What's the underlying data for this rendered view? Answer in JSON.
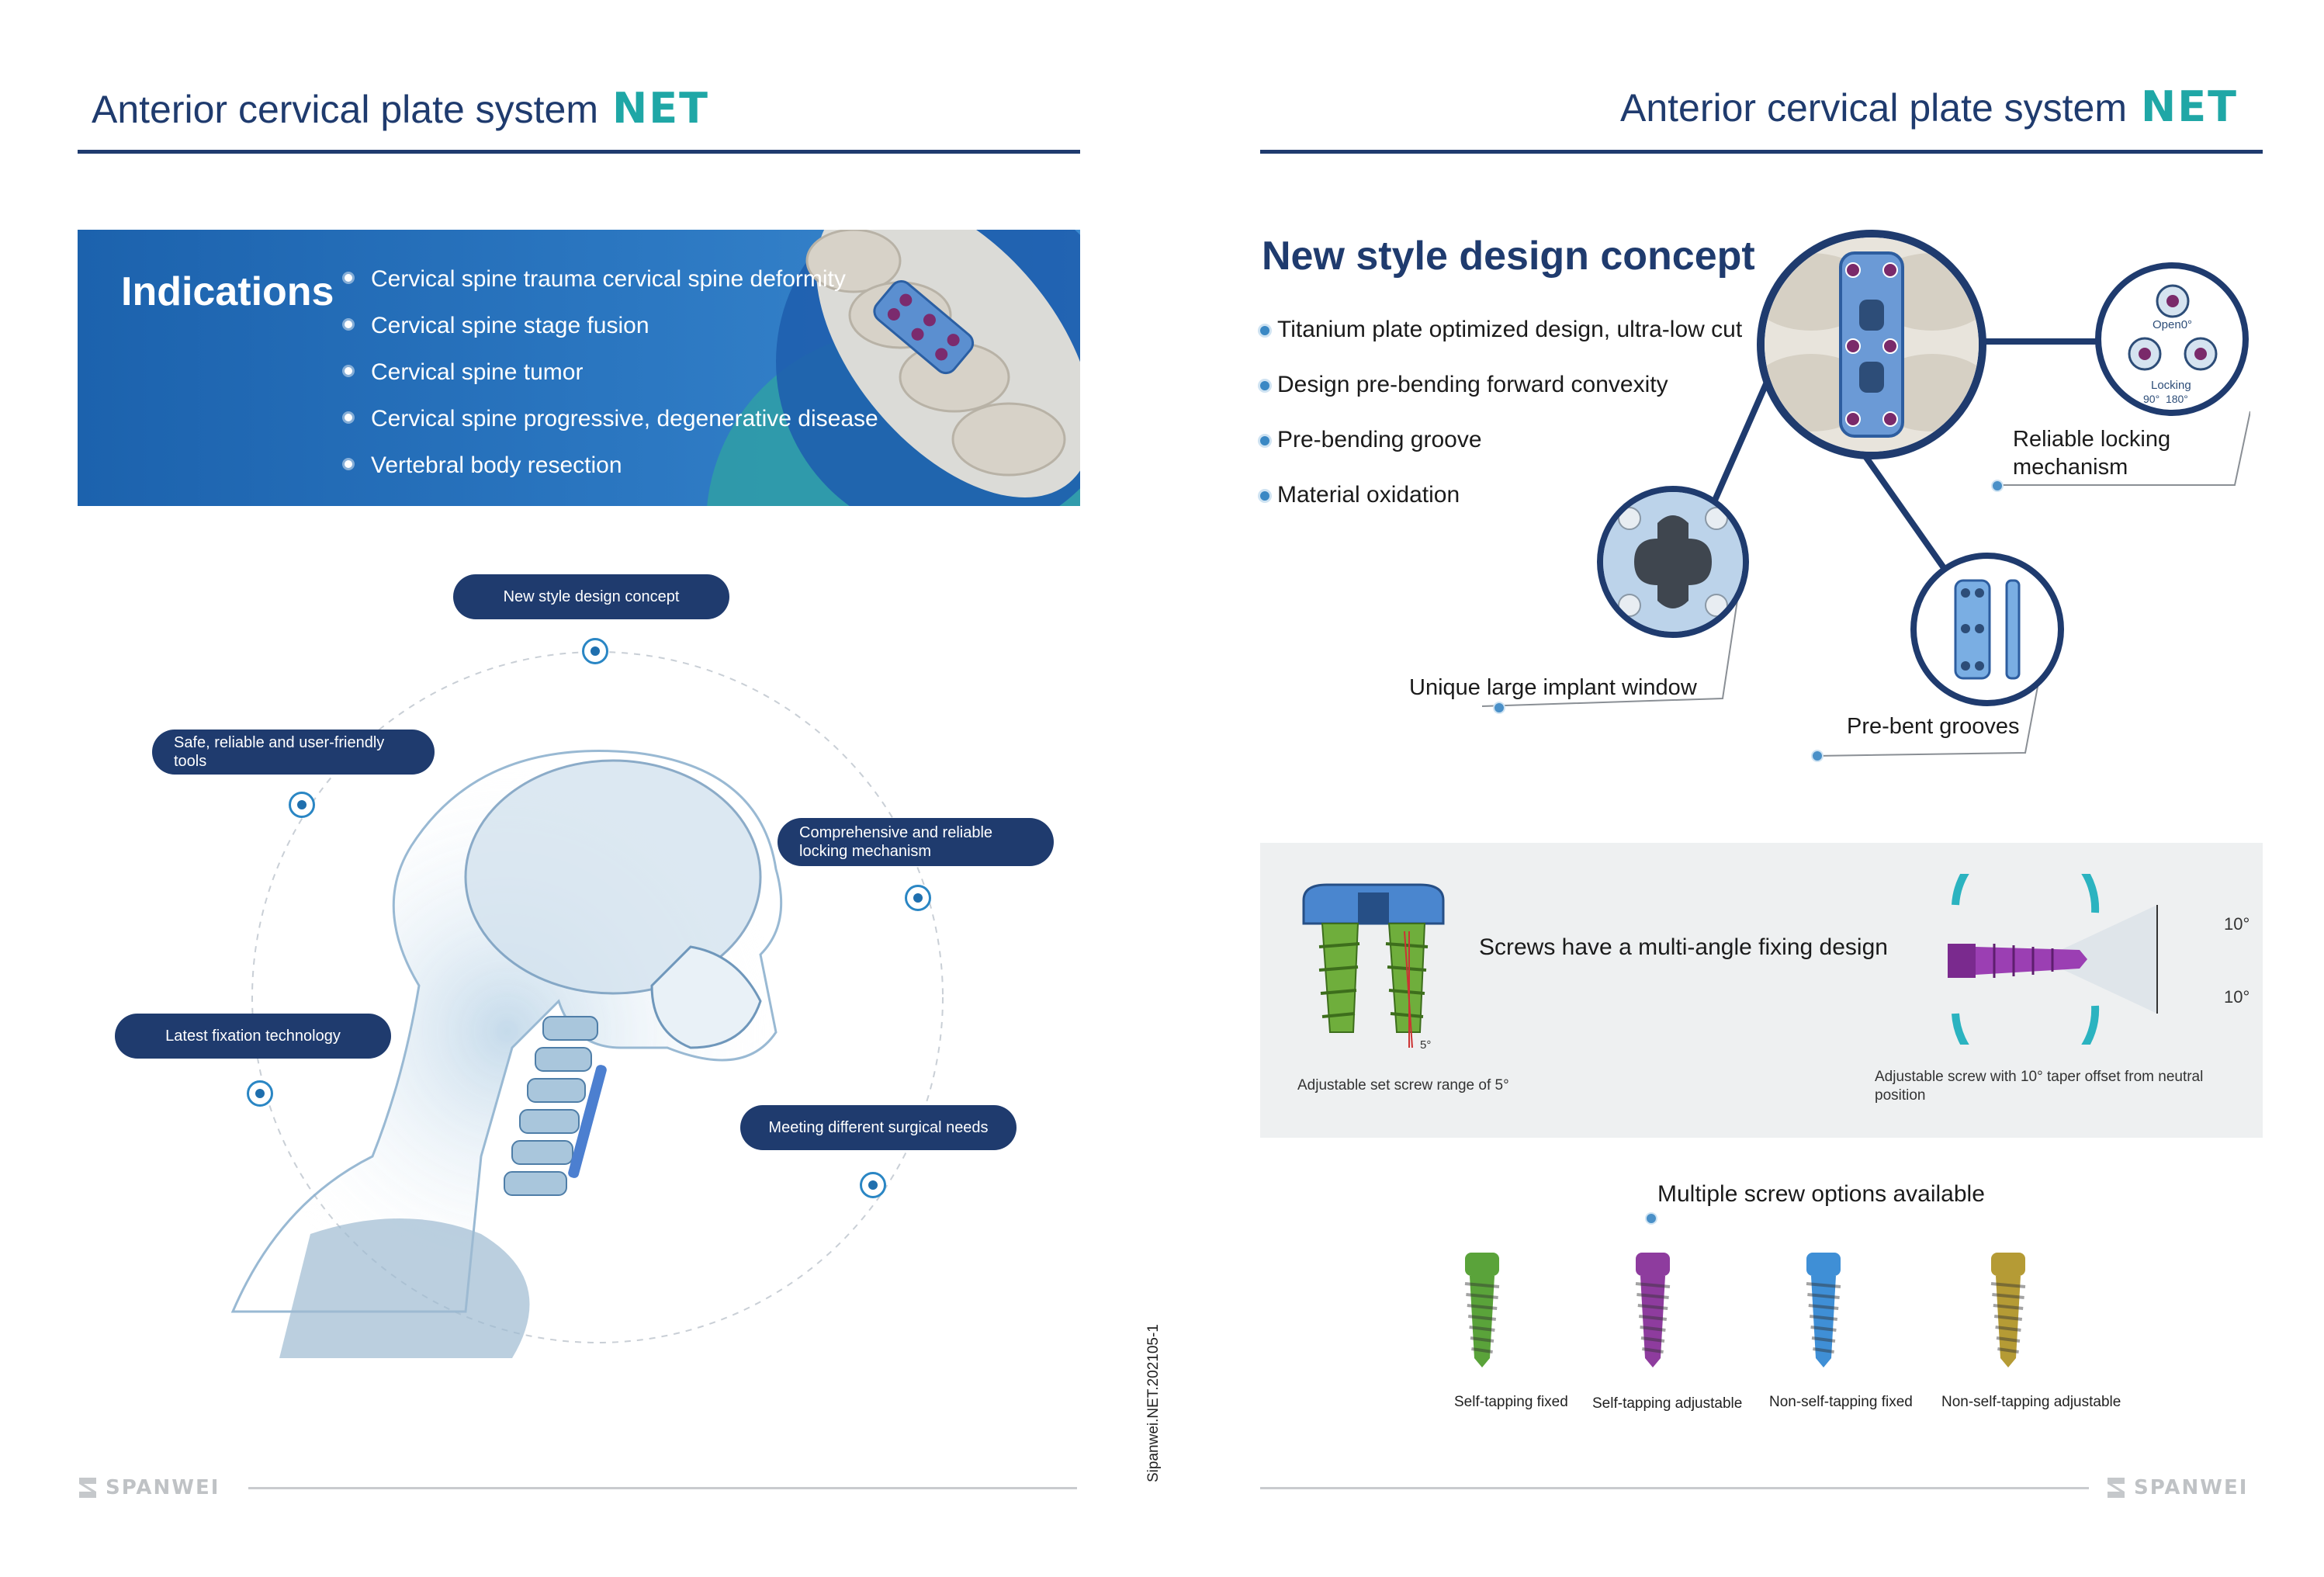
{
  "left": {
    "header": {
      "title": "Anterior cervical plate system",
      "brand": "NET"
    },
    "indications": {
      "title": "Indications",
      "items": [
        "Cervical spine trauma cervical spine deformity",
        "Cervical spine stage fusion",
        "Cervical spine tumor",
        "Cervical spine progressive, degenerative disease",
        "Vertebral body resection"
      ]
    },
    "features": [
      "New style design concept",
      "Safe, reliable and user-friendly tools",
      "Comprehensive and reliable locking mechanism",
      "Latest fixation technology",
      "Meeting different surgical needs"
    ],
    "footer": {
      "logo": "SPANWEI"
    }
  },
  "spine_code": "Sipanwei.NET.202105-1",
  "right": {
    "header": {
      "title": "Anterior cervical plate system",
      "brand": "NET"
    },
    "concept": {
      "title": "New style design concept",
      "items": [
        "Titanium plate optimized design, ultra-low cut",
        "Design pre-bending forward convexity",
        "Pre-bending groove",
        "Material oxidation"
      ]
    },
    "callouts": {
      "locking": "Reliable locking mechanism",
      "window": "Unique large implant window",
      "grooves": "Pre-bent grooves"
    },
    "lock_diagram": {
      "open": "Open0°",
      "locking": "Locking",
      "angles": "90°  180°"
    },
    "screws_panel": {
      "headline": "Screws have a multi-angle fixing design",
      "left_caption": "Adjustable set screw range of 5°",
      "left_angle": "5°",
      "right_caption": "Adjustable screw with 10° taper offset from neutral position",
      "angle_top": "10°",
      "angle_bottom": "10°"
    },
    "options": {
      "title": "Multiple screw options available",
      "screws": [
        {
          "label": "Self-tapping fixed",
          "color": "#5aa33a"
        },
        {
          "label": "Self-tapping adjustable",
          "color": "#8e3c9e"
        },
        {
          "label": "Non-self-tapping fixed",
          "color": "#3f8fd6"
        },
        {
          "label": "Non-self-tapping adjustable",
          "color": "#b59b35"
        }
      ]
    },
    "footer": {
      "logo": "SPANWEI"
    }
  },
  "colors": {
    "navy": "#1f3b6e",
    "teal": "#1fa7a6",
    "blue": "#2b77c1"
  }
}
